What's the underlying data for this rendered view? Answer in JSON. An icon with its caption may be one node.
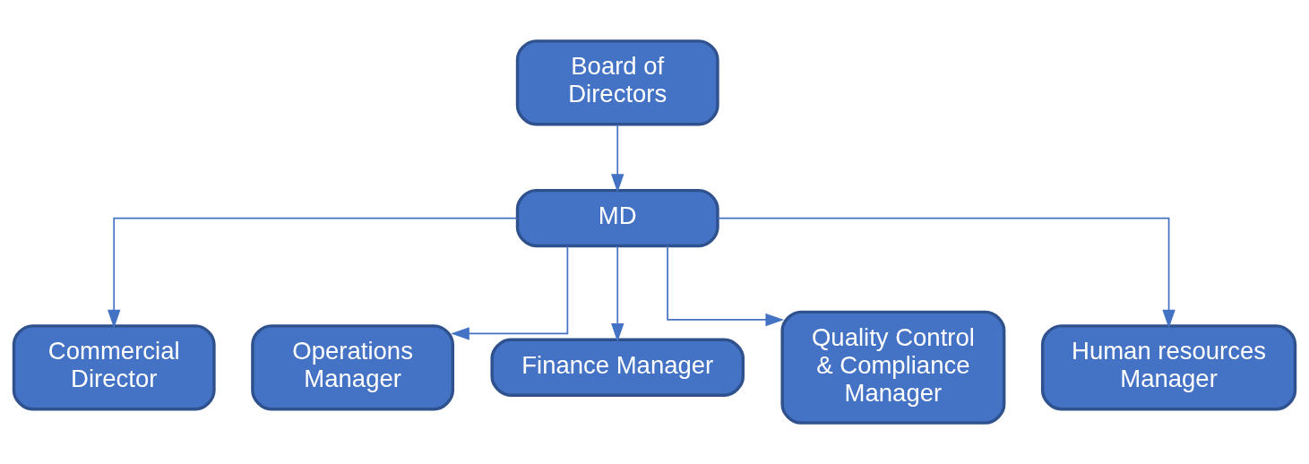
{
  "diagram": {
    "nodes": [
      {
        "text": [
          "Board of Directors"
        ]
      },
      {
        "text": [
          "MD"
        ]
      },
      {
        "text": [
          "Commercial Director"
        ]
      },
      {
        "text": [
          "Operations Manager"
        ]
      },
      {
        "text": [
          "Finance Manager"
        ]
      },
      {
        "text": [
          "Quality Control & Compliance Manager"
        ]
      },
      {
        "text": [
          "Human resources Manager"
        ]
      }
    ],
    "edges": [
      {
        "from": 0,
        "to": 1,
        "arrow": "to"
      },
      {
        "from": 1,
        "to": 2,
        "arrow": "to"
      },
      {
        "from": 1,
        "to": 3,
        "arrow": "to"
      },
      {
        "from": 1,
        "to": 4,
        "arrow": "to"
      },
      {
        "from": 1,
        "to": 5,
        "arrow": "to"
      },
      {
        "from": 1,
        "to": 6,
        "arrow": "to"
      }
    ]
  }
}
